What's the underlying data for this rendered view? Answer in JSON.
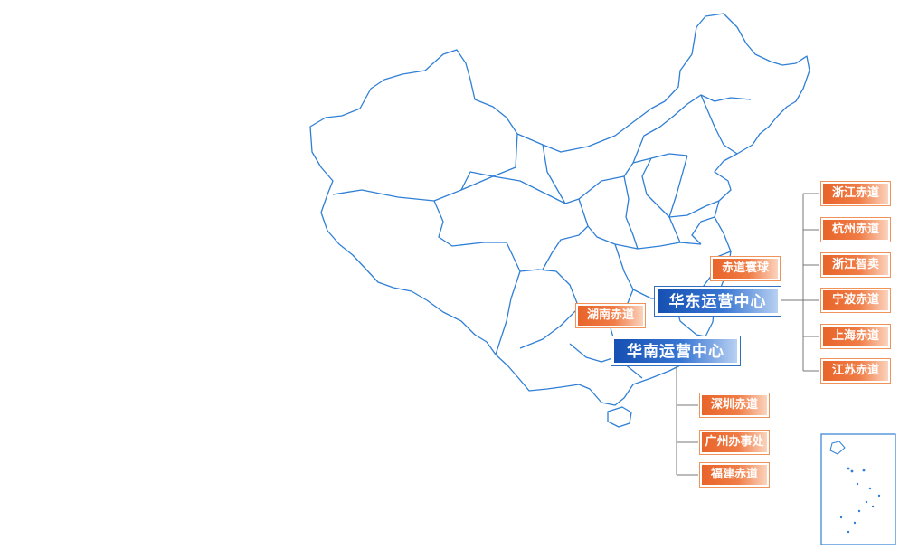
{
  "hubs": {
    "east": "华东运营中心",
    "south": "华南运营中心"
  },
  "offices": {
    "east_center": "赤道寰球",
    "south_center_top": "湖南赤道",
    "east": [
      "浙江赤道",
      "杭州赤道",
      "浙江智卖",
      "宁波赤道",
      "上海赤道",
      "江苏赤道"
    ],
    "south": [
      "深圳赤道",
      "广州办事处",
      "福建赤道"
    ]
  },
  "colors": {
    "hub_blue": "#1550b2",
    "tag_orange": "#e8642a",
    "map_line": "#2f7fd6"
  }
}
